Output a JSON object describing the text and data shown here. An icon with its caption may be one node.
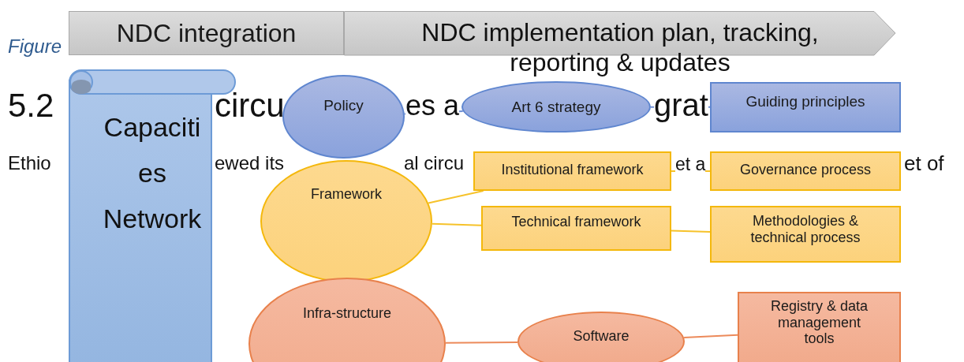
{
  "diagram": {
    "nodes": [
      {
        "text": [
          "NDC integration"
        ]
      },
      {
        "text": [
          "NDC implementation plan, tracking, reporting & updates"
        ]
      },
      {
        "text": [
          "Capacities Network"
        ]
      },
      {
        "text": [
          "Policy"
        ]
      },
      {
        "text": [
          "Art 6 strategy"
        ]
      },
      {
        "text": [
          "Guiding principles"
        ]
      },
      {
        "text": [
          "Framework"
        ]
      },
      {
        "text": [
          "Institutional framework"
        ]
      },
      {
        "text": [
          "Governance process"
        ]
      },
      {
        "text": [
          "Technical framework"
        ]
      },
      {
        "text": [
          "Methodologies & technical process"
        ]
      },
      {
        "text": [
          "Infra-structure"
        ]
      },
      {
        "text": [
          "Software"
        ]
      },
      {
        "text": [
          "Registry & data management tools"
        ]
      }
    ],
    "edges": [
      {
        "from": 3,
        "to": 4,
        "arrow": "none",
        "color": "#6f8fd4"
      },
      {
        "from": 4,
        "to": 5,
        "arrow": "none",
        "color": "#6f8fd4"
      },
      {
        "from": 6,
        "to": 7,
        "arrow": "none"
      },
      {
        "from": 7,
        "to": 8,
        "arrow": "none"
      },
      {
        "from": 6,
        "to": 9,
        "arrow": "none"
      },
      {
        "from": 9,
        "to": 10,
        "arrow": "none"
      },
      {
        "from": 11,
        "to": 12,
        "arrow": "none",
        "color": "#ec8a5a"
      },
      {
        "from": 12,
        "to": 13,
        "arrow": "none",
        "color": "#ec8a5a"
      }
    ],
    "labels": [
      "Figure",
      "5.2",
      "circu",
      "es a",
      "grat",
      "Ethio",
      "ewed its",
      "al circu",
      "et a",
      "et of"
    ]
  }
}
